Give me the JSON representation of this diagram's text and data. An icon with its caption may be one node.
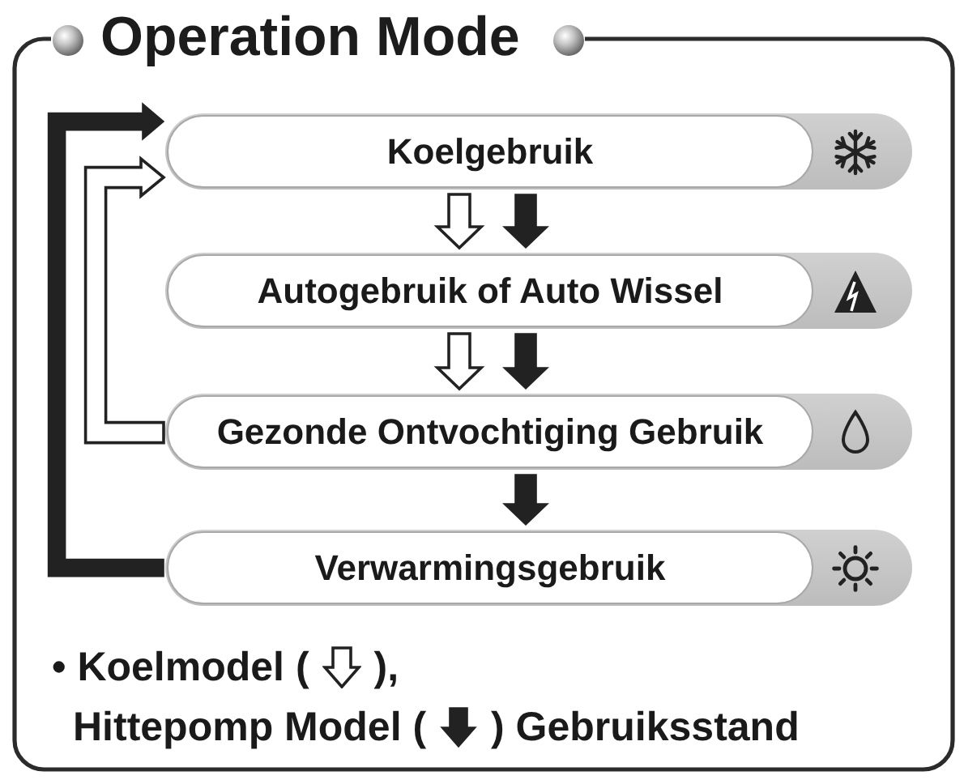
{
  "diagram": {
    "nodes": [
      {
        "text": [
          "Operation Mode"
        ]
      },
      {
        "text": [
          "Koelgebruik"
        ],
        "in": 0
      },
      {
        "text": [
          "Autogebruik of Auto Wissel"
        ],
        "in": 0
      },
      {
        "text": [
          "Gezonde Ontvochtiging Gebruik"
        ],
        "in": 0
      },
      {
        "text": [
          "Verwarmingsgebruik"
        ],
        "in": 0
      }
    ],
    "edges": [
      {
        "from": 1,
        "to": 2,
        "arrow": "to",
        "color": "#ffffff"
      },
      {
        "from": 1,
        "to": 2,
        "arrow": "to"
      },
      {
        "from": 2,
        "to": 3,
        "arrow": "to",
        "color": "#ffffff"
      },
      {
        "from": 2,
        "to": 3,
        "arrow": "to"
      },
      {
        "from": 3,
        "to": 4,
        "arrow": "to"
      },
      {
        "from": 4,
        "to": 1,
        "arrow": "to"
      },
      {
        "from": 3,
        "to": 1,
        "arrow": "to",
        "color": "#ffffff"
      }
    ],
    "labels": [
      "• Koelmodel (",
      "),",
      "Hittepomp Model (",
      ") Gebruiksstand"
    ]
  }
}
